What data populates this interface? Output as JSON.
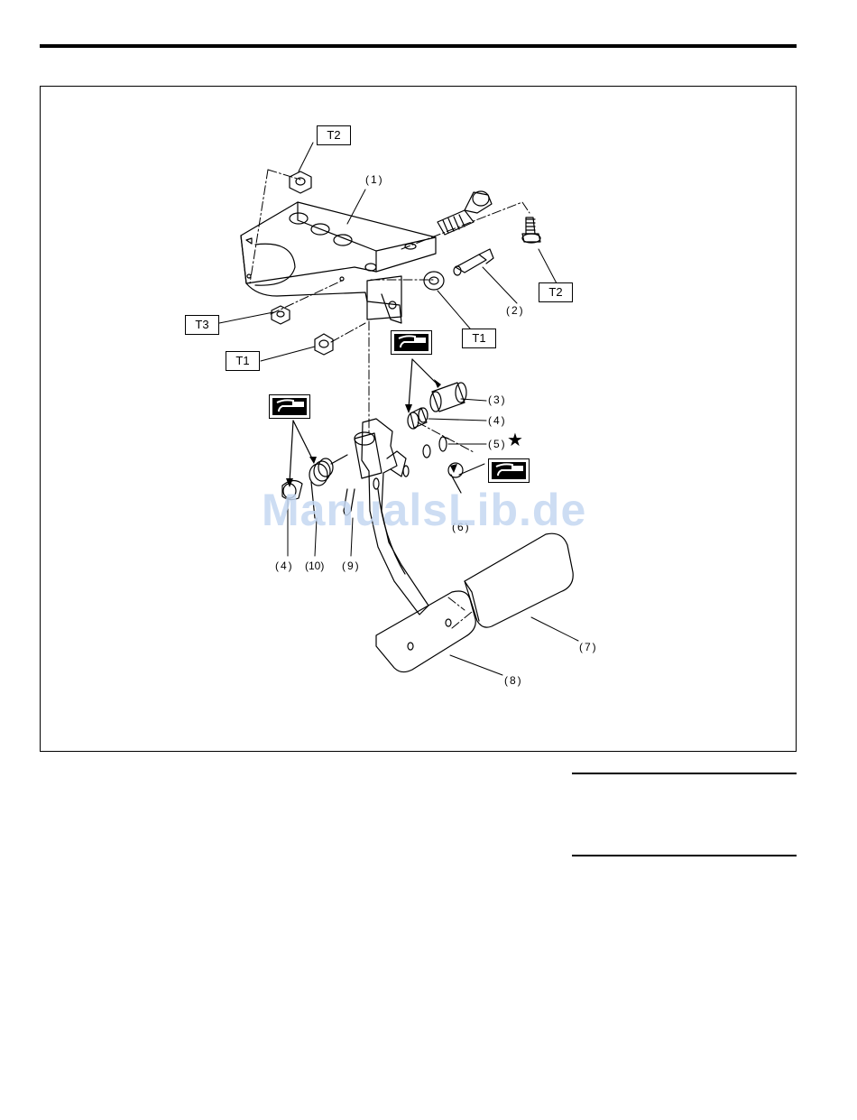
{
  "watermark": "ManualsLib.de",
  "torque_labels": {
    "t2_top": "T2",
    "t2_right": "T2",
    "t3": "T3",
    "t1_left": "T1",
    "t1_right": "T1"
  },
  "part_labels": {
    "p1": "(1)",
    "p2": "(2)",
    "p3": "(3)",
    "p4_right": "(4)",
    "p5": "(5)",
    "p6": "(6)",
    "p7": "(7)",
    "p8": "(8)",
    "p9": "(9)",
    "p10": "(10)",
    "p4_left": "(4)"
  },
  "symbols": {
    "star": "★",
    "grease_icon": "grease-application-icon"
  }
}
